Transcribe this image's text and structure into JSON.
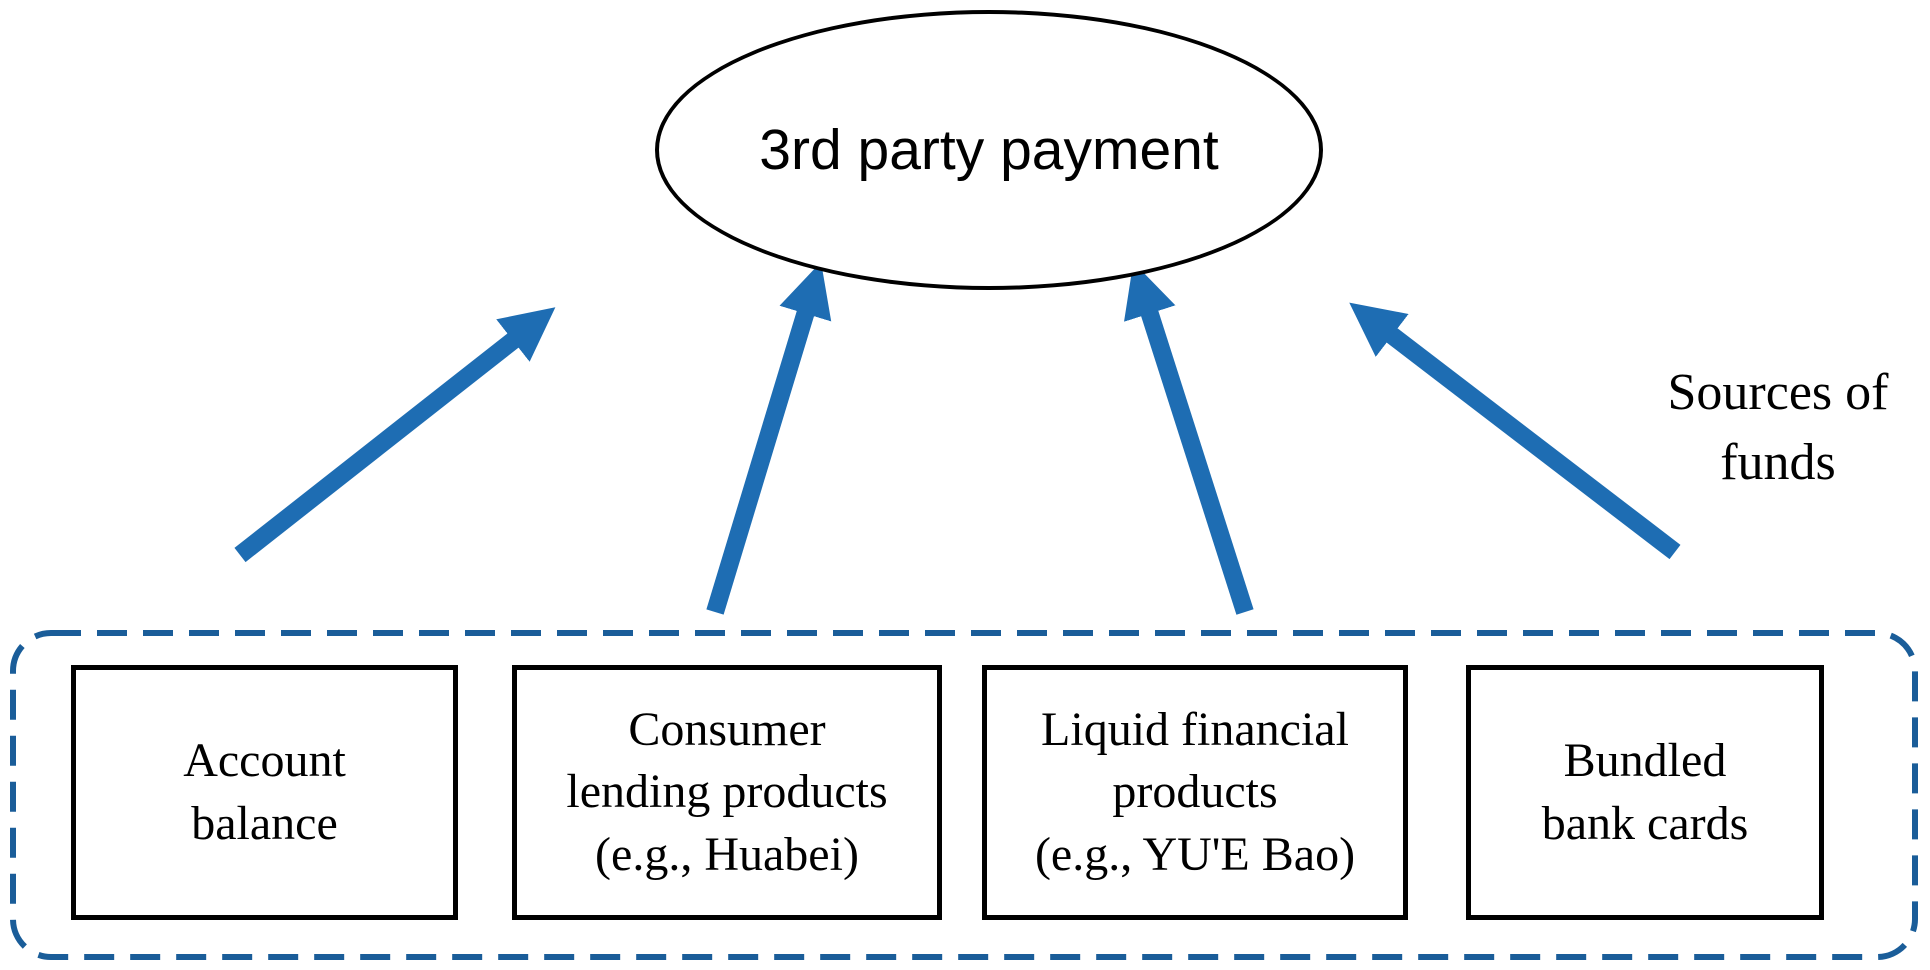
{
  "diagram": {
    "title": "3rd party payment",
    "side_label": "Sources of funds",
    "boxes": [
      {
        "name": "account-balance",
        "lines": [
          "Account",
          "balance"
        ]
      },
      {
        "name": "consumer-lending",
        "lines": [
          "Consumer",
          "lending products",
          "(e.g., Huabei)"
        ]
      },
      {
        "name": "liquid-financial",
        "lines": [
          "Liquid financial",
          "products",
          "(e.g., YU'E Bao)"
        ]
      },
      {
        "name": "bundled-bank-cards",
        "lines": [
          "Bundled",
          "bank cards"
        ]
      }
    ],
    "colors": {
      "arrow": "#1e6db3",
      "container_border": "#1a5d99",
      "box_border": "#000000",
      "background": "#ffffff"
    }
  }
}
